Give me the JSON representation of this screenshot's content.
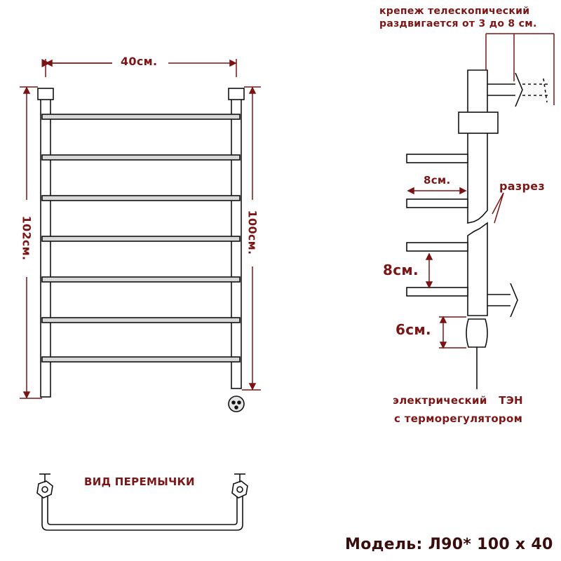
{
  "colors": {
    "line": "#111111",
    "dim_line": "#7a1414",
    "text": "#7b1616",
    "metal": "#c8c8c8"
  },
  "front_view": {
    "width_label": "40см.",
    "total_height_label": "102см.",
    "rail_height_label": "100см.",
    "crossbar_count": 7
  },
  "side_view": {
    "mount_label_line1": "крепеж телескопический",
    "mount_label_line2": "раздвигается от 3 до 8 см.",
    "bar_depth_label": "8см.",
    "cut_label": "разрез",
    "spacing_label": "8см.",
    "heater_offset_label": "6см.",
    "heater_label_line1": "электрический   ТЭН",
    "heater_label_line2": "с терморегулятором"
  },
  "jumper_view": {
    "title": "ВИД ПЕРЕМЫЧКИ"
  },
  "model_label": "Модель: Л90* 100 х 40"
}
